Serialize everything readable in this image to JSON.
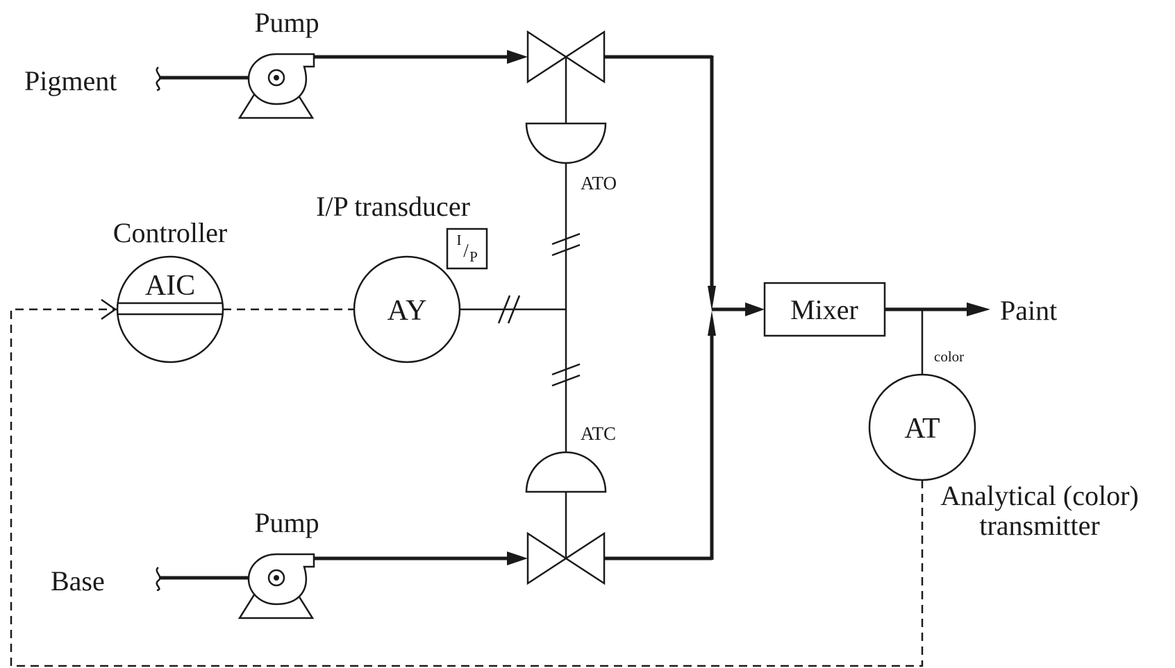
{
  "labels": {
    "pigment": "Pigment",
    "base": "Base",
    "pump_top": "Pump",
    "pump_bottom": "Pump",
    "controller": "Controller",
    "transducer": "I/P transducer",
    "controller_tag": "AIC",
    "transducer_tag": "AY",
    "transmitter_tag": "AT",
    "mixer": "Mixer",
    "paint": "Paint",
    "ato": "ATO",
    "atc": "ATC",
    "color": "color",
    "transmitter_line1": "Analytical (color)",
    "transmitter_line2": "transmitter",
    "ip_top": "I",
    "ip_slash": "/",
    "ip_bottom": "P"
  },
  "colors": {
    "line": "#1a1a1a",
    "background": "#ffffff"
  }
}
